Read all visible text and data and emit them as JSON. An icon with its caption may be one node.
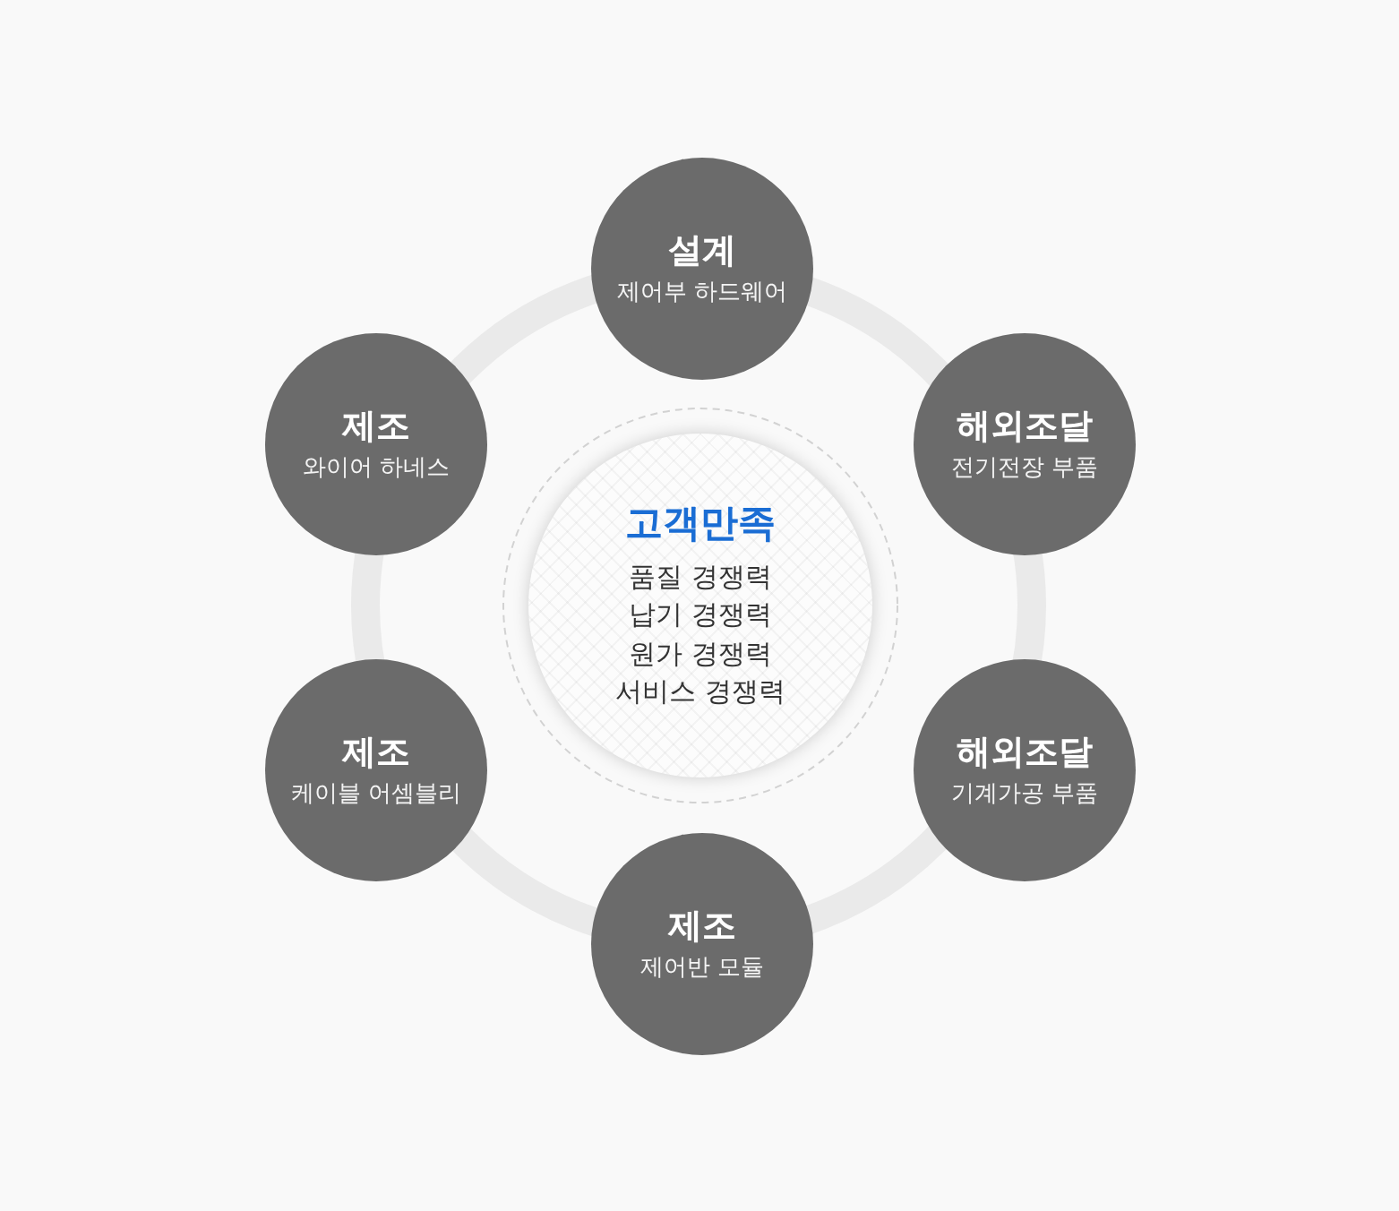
{
  "diagram": {
    "nodes": [
      {
        "text": [
          "고객만족",
          "품질 경쟁력",
          "납기 경쟁력",
          "원가 경쟁력",
          "서비스 경쟁력"
        ]
      },
      {
        "text": [
          "설계",
          "제어부 하드웨어"
        ]
      },
      {
        "text": [
          "제조",
          "와이어 하네스"
        ]
      },
      {
        "text": [
          "해외조달",
          "전기전장 부품"
        ]
      },
      {
        "text": [
          "제조",
          "케이블 어셈블리"
        ]
      },
      {
        "text": [
          "해외조달",
          "기계가공 부품"
        ]
      },
      {
        "text": [
          "제조",
          "제어반 모듈"
        ]
      }
    ]
  }
}
